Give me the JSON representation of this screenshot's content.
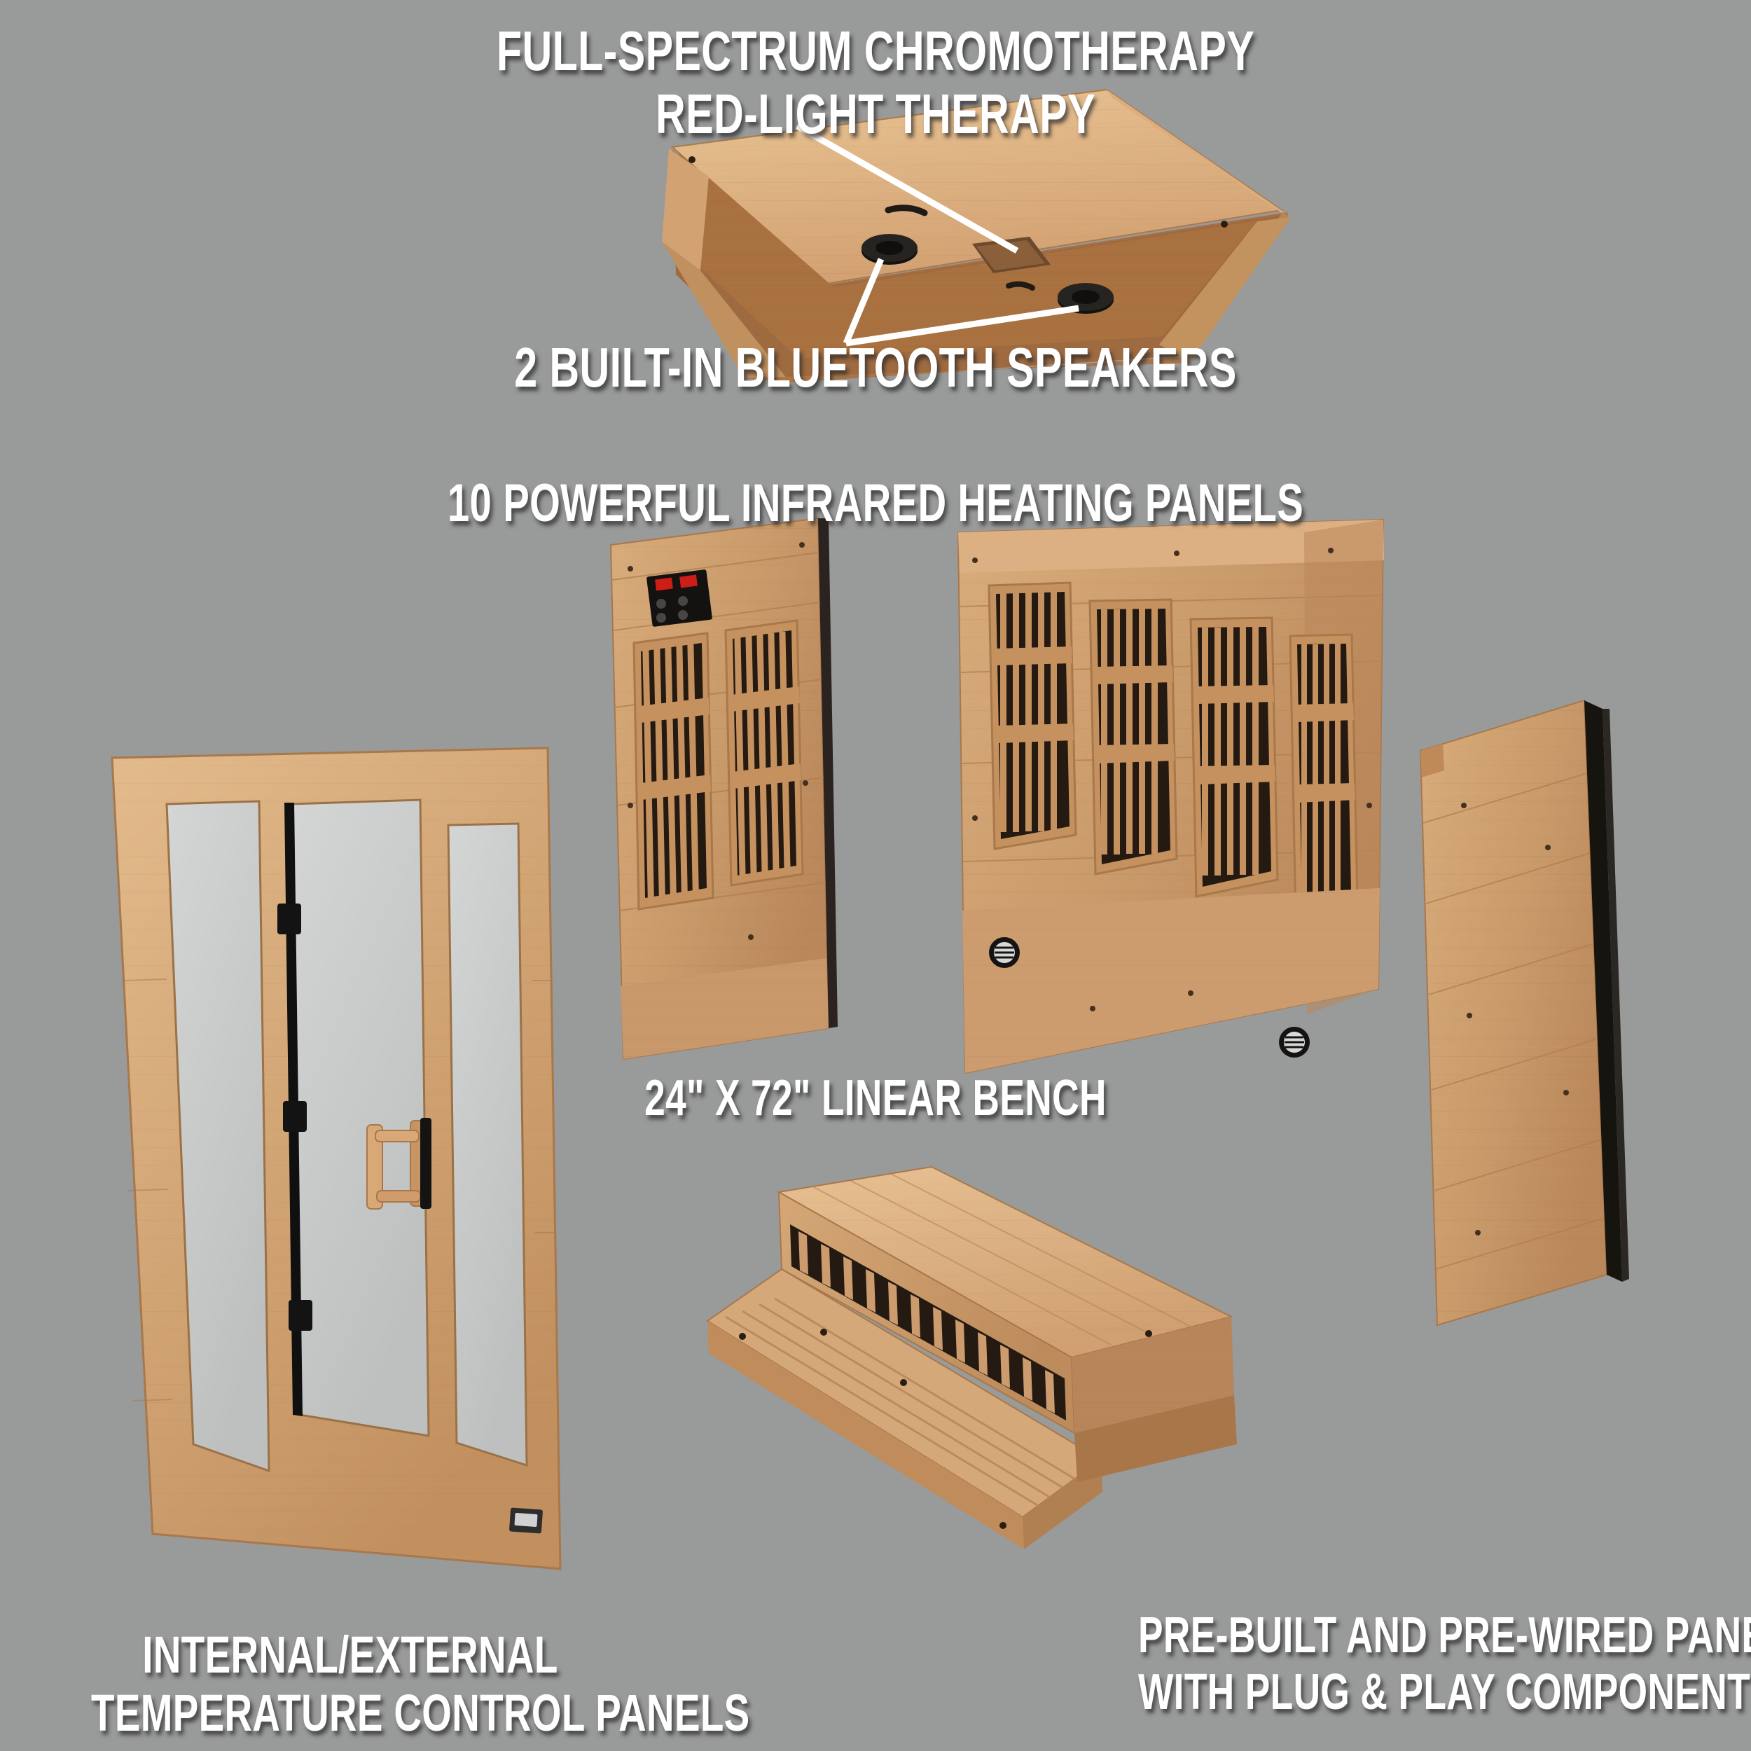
{
  "background_color": "#999a9a",
  "text_color": "#ffffff",
  "callouts": {
    "chromotherapy_line1": "FULL-SPECTRUM CHROMOTHERAPY",
    "chromotherapy_line2": "RED-LIGHT THERAPY",
    "speakers": "2 BUILT-IN BLUETOOTH SPEAKERS",
    "heating_panels": "10 POWERFUL INFRARED HEATING PANELS",
    "bench": "24\" X 72\" LINEAR BENCH",
    "temperature_line1": "INTERNAL/EXTERNAL",
    "temperature_line2": "TEMPERATURE CONTROL PANELS",
    "prewired_line1": "PRE-BUILT AND PRE-WIRED PANELS",
    "prewired_line2": "WITH PLUG & PLAY COMPONENTS"
  },
  "parts": {
    "ceiling_panel": "ceiling-panel-with-speakers-and-chromotherapy",
    "left_back_panel": "rear-left-heating-panel-with-control-panel",
    "right_back_panel": "rear-right-heating-panel",
    "side_panel": "right-side-wall-panel",
    "front_door_panel": "front-glass-door-panel",
    "bench": "linear-bench-with-floor-platform"
  },
  "colors": {
    "wood_light": "#e2b886",
    "wood_mid": "#cd9b68",
    "wood_dark": "#a87146",
    "wood_shadow": "#8b5c37",
    "wood_edge": "#b8844f",
    "slat_dark": "#241a12",
    "glass": "#c9cbca",
    "black_hardware": "#171717",
    "led_red": "#cc1d16"
  },
  "counts": {
    "speakers": 2,
    "heater_grilles_left_panel": 2,
    "heater_grilles_right_panel": 4,
    "glass_panes": 3,
    "door_hinges": 3,
    "floor_vents": 2
  }
}
